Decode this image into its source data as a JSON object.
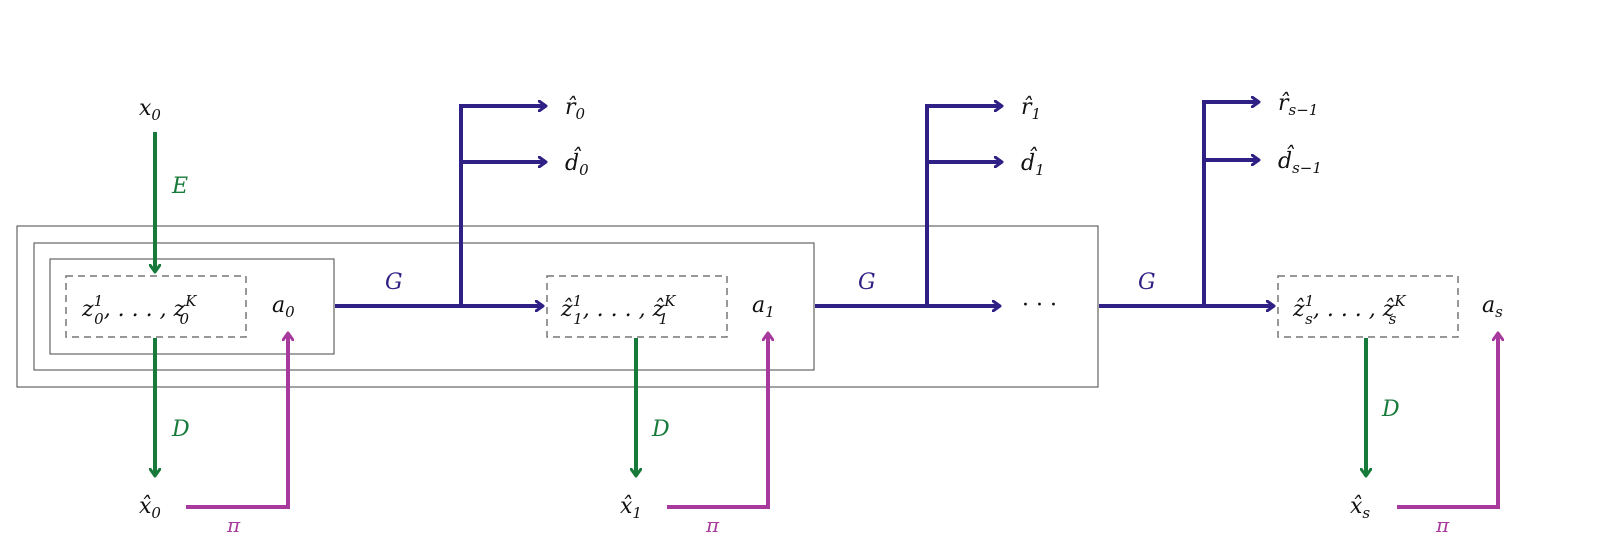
{
  "colors": {
    "model": "#2e2085",
    "encode_decode": "#177a3a",
    "policy": "#a83a9e",
    "frame": "#444444",
    "dashed": "#777777"
  },
  "inputs": [
    {
      "id": "x0",
      "base": "x",
      "sub": "0"
    }
  ],
  "reconstructions": [
    {
      "base": "x̂",
      "sub": "0"
    },
    {
      "base": "x̂",
      "sub": "1"
    },
    {
      "base": "x̂",
      "sub": "s"
    }
  ],
  "latent_sets": [
    {
      "first_base": "z",
      "first_sup": "1",
      "first_sub": "0",
      "dots": ", . . . , ",
      "last_base": "z",
      "last_sup": "K",
      "last_sub": "0"
    },
    {
      "first_base": "ẑ",
      "first_sup": "1",
      "first_sub": "1",
      "dots": ", . . . , ",
      "last_base": "ẑ",
      "last_sup": "K",
      "last_sub": "1"
    },
    {
      "first_base": "ẑ",
      "first_sup": "1",
      "first_sub": "s",
      "dots": ", . . . , ",
      "last_base": "ẑ",
      "last_sup": "K",
      "last_sub": "s"
    }
  ],
  "actions": [
    {
      "base": "a",
      "sub": "0"
    },
    {
      "base": "a",
      "sub": "1"
    },
    {
      "base": "a",
      "sub": "s"
    }
  ],
  "rewards": [
    {
      "base": "r̂",
      "sub": "0"
    },
    {
      "base": "r̂",
      "sub": "1"
    },
    {
      "base": "r̂",
      "sub": "s−1"
    }
  ],
  "dones": [
    {
      "base": "d̂",
      "sub": "0"
    },
    {
      "base": "d̂",
      "sub": "1"
    },
    {
      "base": "d̂",
      "sub": "s−1"
    }
  ],
  "edge_labels": {
    "encoder": "E",
    "decoder": "D",
    "dynamics": "G",
    "policy": "π"
  },
  "ellipsis": "· · ·"
}
